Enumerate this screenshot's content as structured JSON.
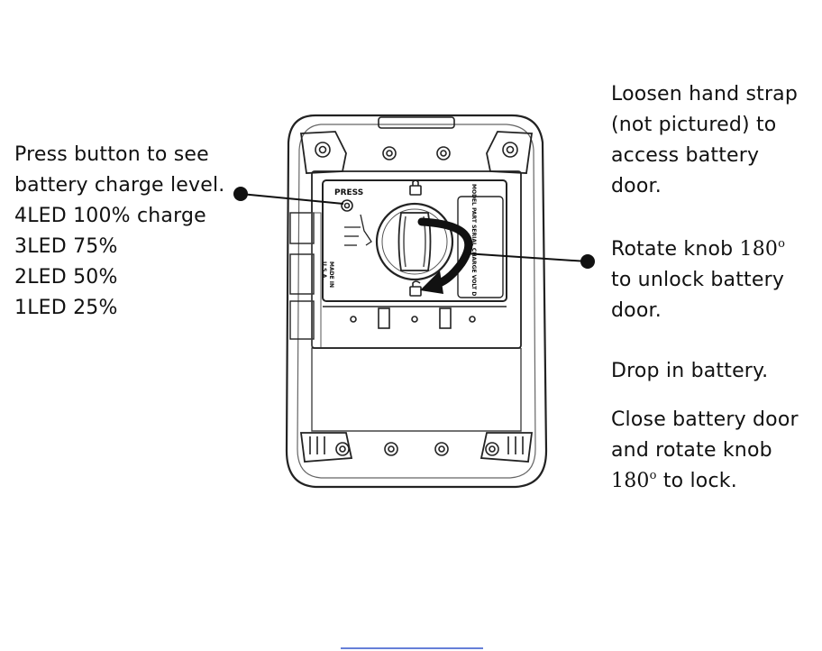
{
  "left_callout": {
    "line1": "Press button to see",
    "line2": "battery charge level.",
    "levels": [
      "4LED 100% charge",
      "3LED 75%",
      "2LED 50%",
      "1LED 25%"
    ]
  },
  "right_top": {
    "lines": [
      "Loosen hand strap",
      "(not pictured) to",
      "access battery",
      "door."
    ]
  },
  "right_mid": {
    "line1_prefix": "Rotate knob ",
    "line1_value": "180",
    "line1_degree": "o",
    "line2": "to unlock battery",
    "line3": "door."
  },
  "right_drop": {
    "text": "Drop in battery."
  },
  "right_close": {
    "line1": "Close battery door",
    "line2": "and rotate knob",
    "line3_value": "180",
    "line3_degree": "o",
    "line3_suffix": " to lock."
  },
  "device": {
    "press_label": "PRESS",
    "made_in_label_1": "MADE IN",
    "made_in_label_2": "U.S.A.",
    "spec_label": "MODEL PART SERIAL CHARGE VOLT D"
  },
  "colors": {
    "ink": "#111111",
    "outline": "#333333",
    "footer_link": "#3355cc"
  }
}
